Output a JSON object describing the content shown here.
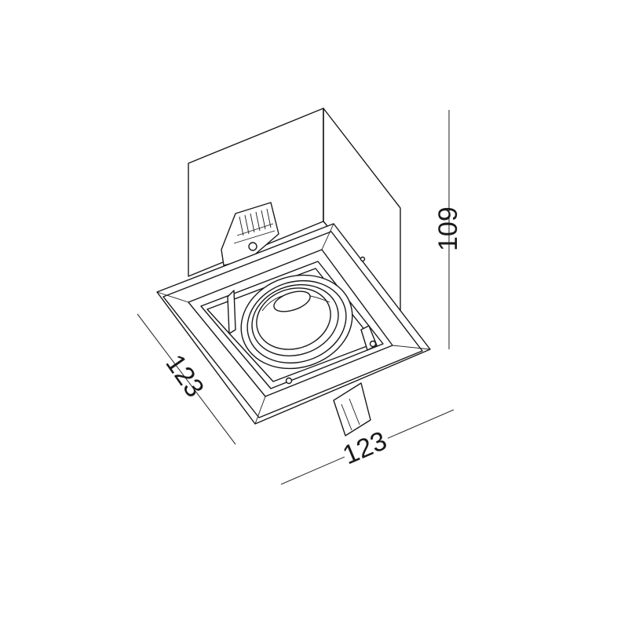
{
  "dimensions": {
    "height": "109",
    "width_left": "123",
    "width_bottom": "123"
  },
  "colors": {
    "line": "#1a1a1a",
    "background": "#ffffff"
  }
}
